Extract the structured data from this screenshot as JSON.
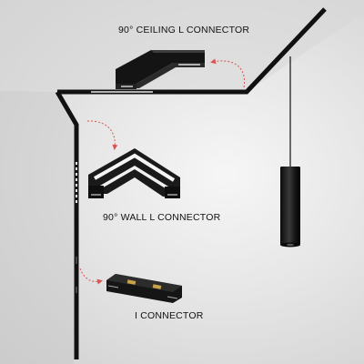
{
  "labels": {
    "ceiling_connector": "90° CEILING L CONNECTOR",
    "wall_connector": "90° WALL L CONNECTOR",
    "i_connector": "I CONNECTOR"
  },
  "icons": {
    "ceiling": "ceiling-l-connector-icon",
    "wall": "wall-l-connector-icon",
    "straight": "i-connector-icon",
    "pendant": "pendant-light-icon",
    "arrow": "curved-arrow-icon"
  },
  "colors": {
    "track": "#111111",
    "arrow": "#d9534f",
    "background": "#e6e6e6",
    "ceiling_shade": "#c9c9c9"
  }
}
